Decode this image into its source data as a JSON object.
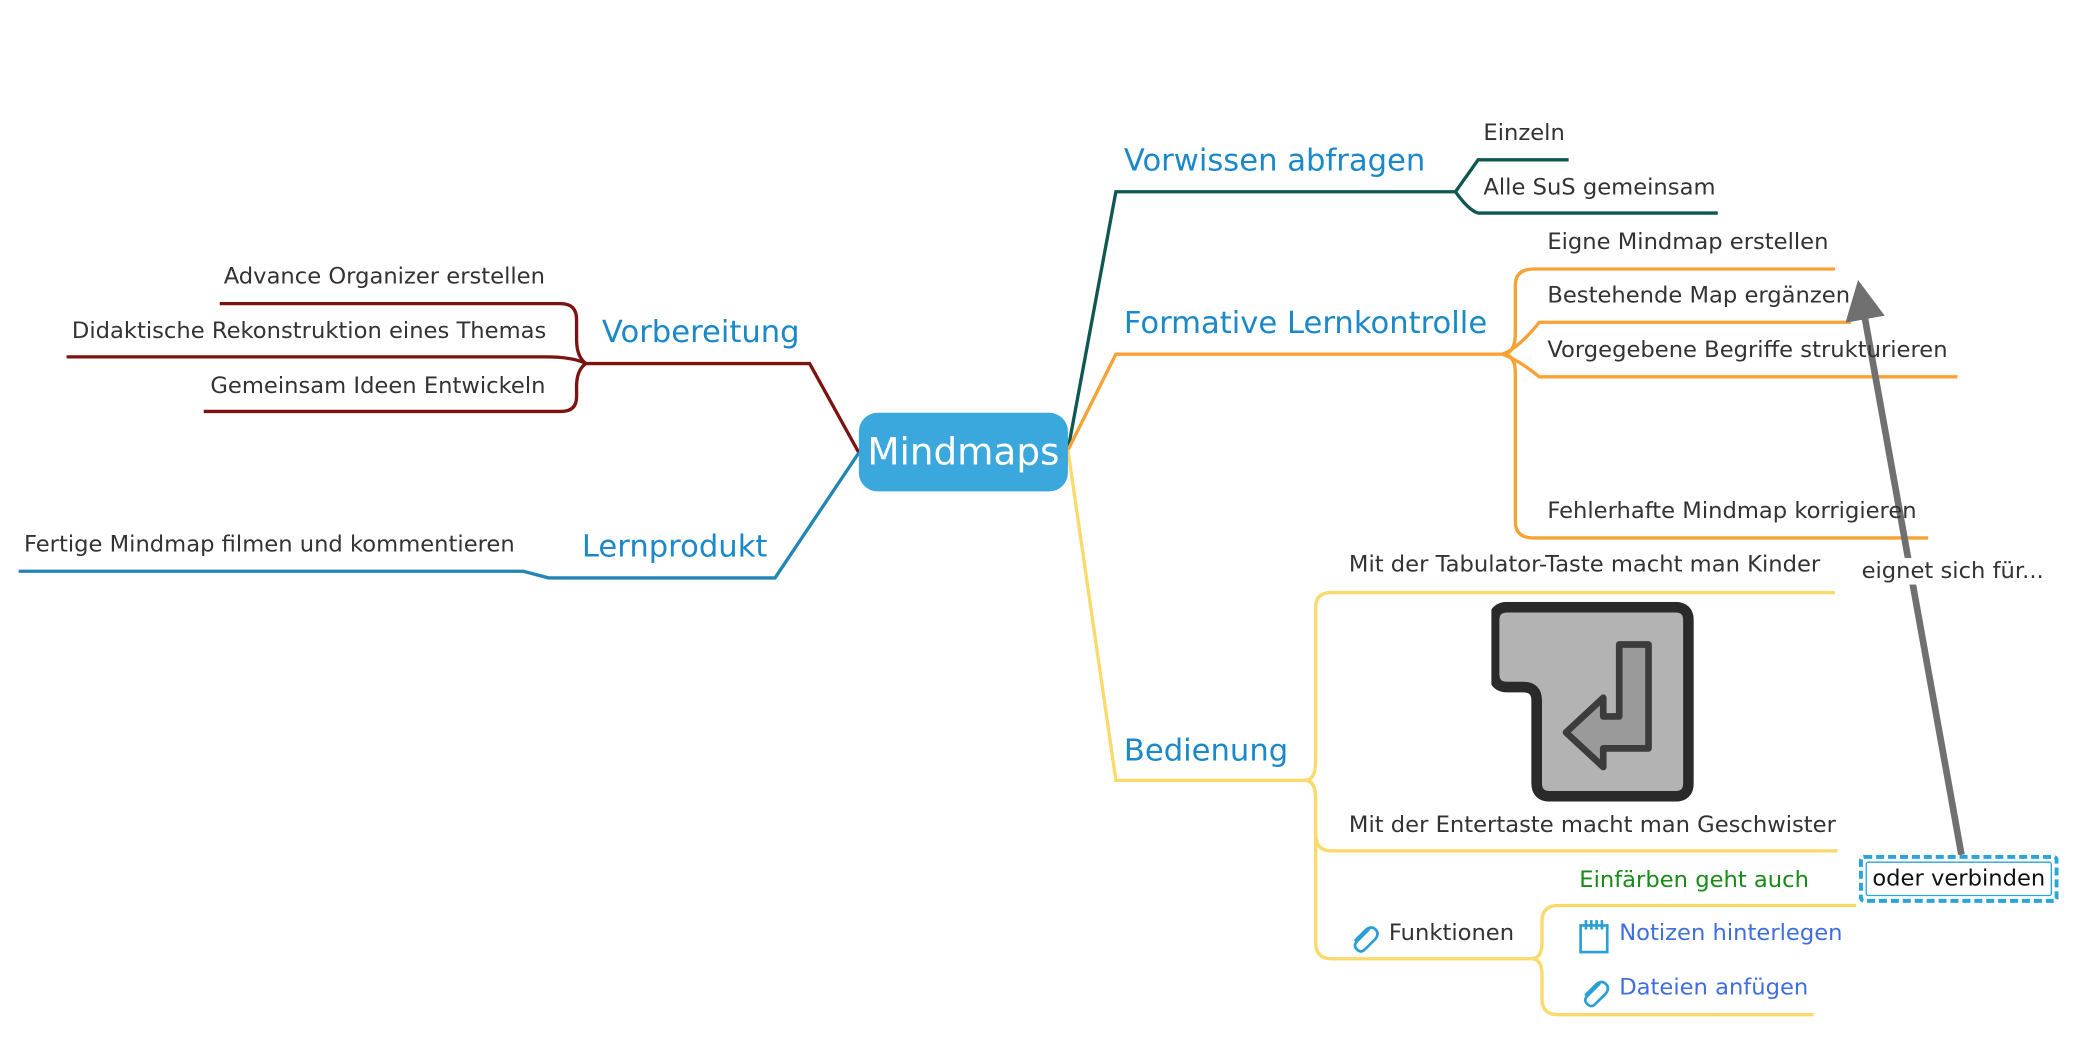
{
  "colors": {
    "root": "#3aa7dd",
    "vorwissen": "#0f5753",
    "formativ": "#f7a233",
    "bedienung": "#fbd96a",
    "vorbereitung": "#7b1411",
    "lernprodukt": "#2285b4",
    "arrow": "#707070",
    "main_text": "#1a88c9"
  },
  "root": {
    "label": "Mindmaps"
  },
  "right": {
    "vorwissen": {
      "label": "Vorwissen abfragen",
      "children": [
        "Einzeln",
        "Alle SuS gemeinsam"
      ]
    },
    "formativ": {
      "label": "Formative Lernkontrolle",
      "children": [
        "Eigne Mindmap erstellen",
        "Bestehende Map ergänzen",
        "Vorgegebene Begriffe strukturieren",
        "Fehlerhafte Mindmap korrigieren"
      ]
    },
    "bedienung": {
      "label": "Bedienung",
      "tab_note": "Mit der Tabulator-Taste macht man Kinder",
      "enter_note": "Mit der Entertaste macht man Geschwister",
      "color_note": "Einfärben geht auch",
      "funktionen": {
        "label": "Funktionen",
        "icon": "paperclip-icon",
        "children": [
          {
            "label": "Notizen hinterlegen",
            "icon": "note-icon"
          },
          {
            "label": "Dateien anfügen",
            "icon": "paperclip-icon"
          }
        ]
      },
      "image_icon": "enter-key-icon"
    }
  },
  "left": {
    "vorbereitung": {
      "label": "Vorbereitung",
      "children": [
        "Advance Organizer erstellen",
        "Didaktische Rekonstruktion eines Themas",
        "Gemeinsam Ideen Entwickeln"
      ]
    },
    "lernprodukt": {
      "label": "Lernprodukt",
      "children": [
        "Fertige Mindmap filmen und kommentieren"
      ]
    }
  },
  "relation": {
    "label": "eignet sich für..."
  },
  "floating": {
    "label": "oder verbinden"
  }
}
